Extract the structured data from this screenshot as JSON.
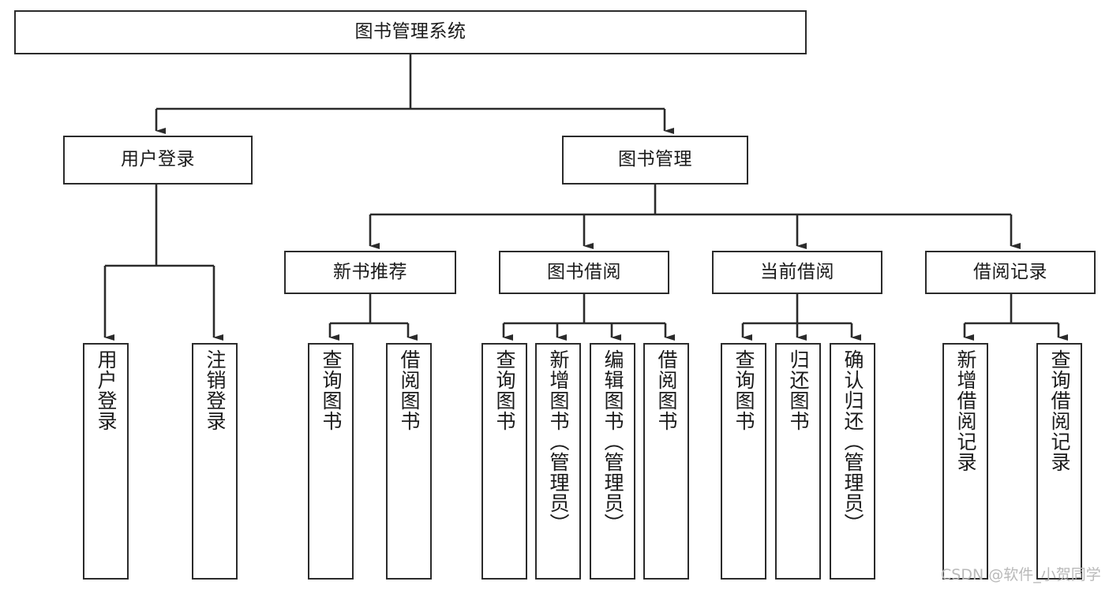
{
  "diagram": {
    "title": "图书管理系统",
    "type": "tree-hierarchy-diagram",
    "colors": {
      "box_border": "#2b2b2b",
      "box_fill": "#ffffff",
      "connector": "#2b2b2b",
      "text": "#1a1a1a",
      "watermark": "#b9b9b9",
      "background": "#ffffff"
    },
    "root": {
      "label": "图书管理系统"
    },
    "level2": [
      {
        "id": "user-login",
        "label": "用户登录"
      },
      {
        "id": "book-manage",
        "label": "图书管理"
      }
    ],
    "level3": [
      {
        "id": "new-book-rec",
        "label": "新书推荐"
      },
      {
        "id": "book-borrow",
        "label": "图书借阅"
      },
      {
        "id": "current-borrow",
        "label": "当前借阅"
      },
      {
        "id": "borrow-record",
        "label": "借阅记录"
      }
    ],
    "leaves": {
      "user-login": [
        {
          "id": "leaf-user-login",
          "label": "用户登录"
        },
        {
          "id": "leaf-logout",
          "label": "注销登录"
        }
      ],
      "new-book-rec": [
        {
          "id": "leaf-query-book-1",
          "label": "查询图书"
        },
        {
          "id": "leaf-borrow-book-1",
          "label": "借阅图书"
        }
      ],
      "book-borrow": [
        {
          "id": "leaf-query-book-2",
          "label": "查询图书"
        },
        {
          "id": "leaf-add-book",
          "label": "新增图书（管理员）"
        },
        {
          "id": "leaf-edit-book",
          "label": "编辑图书（管理员）"
        },
        {
          "id": "leaf-borrow-book-2",
          "label": "借阅图书"
        }
      ],
      "current-borrow": [
        {
          "id": "leaf-query-book-3",
          "label": "查询图书"
        },
        {
          "id": "leaf-return-book",
          "label": "归还图书"
        },
        {
          "id": "leaf-confirm-return",
          "label": "确认归还（管理员）"
        }
      ],
      "borrow-record": [
        {
          "id": "leaf-add-record",
          "label": "新增借阅记录"
        },
        {
          "id": "leaf-query-record",
          "label": "查询借阅记录"
        }
      ]
    },
    "watermark": "CSDN @软件_小贺同学"
  }
}
